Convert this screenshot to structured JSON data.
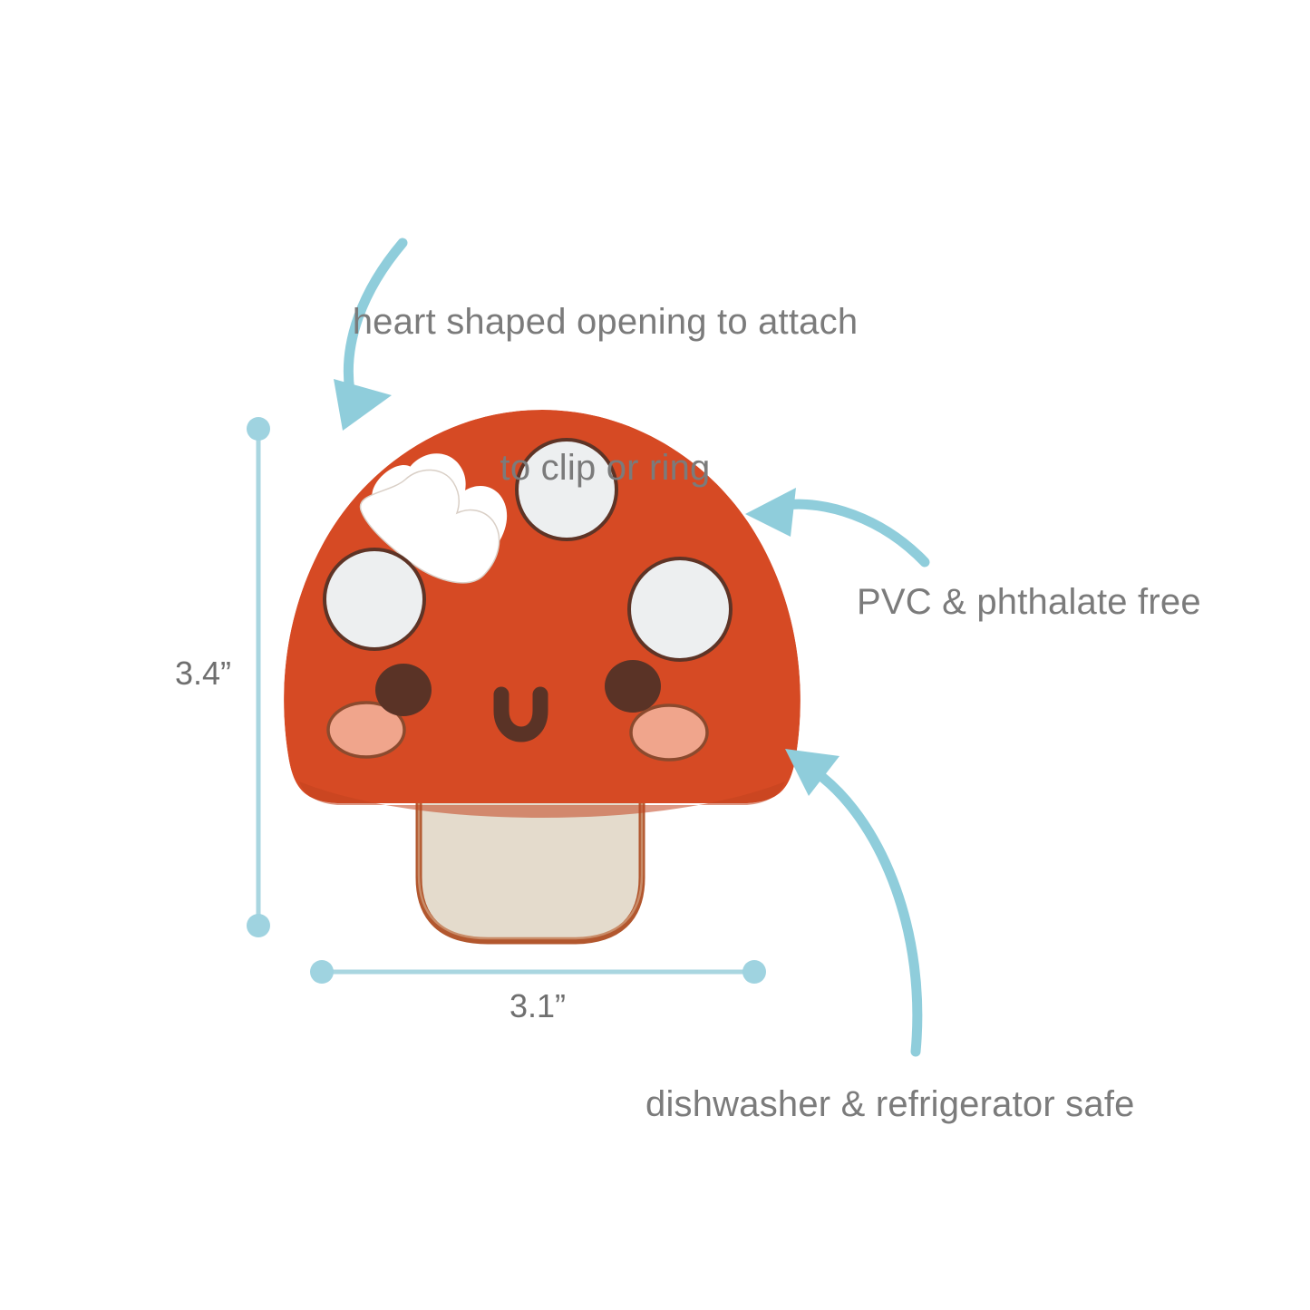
{
  "page": {
    "background_color": "#ffffff",
    "text_color": "#7b7b7b",
    "accent_blue": "#8FCDDB",
    "cap_color": "#D64A24",
    "cap_outline": "#A8391B",
    "stem_color": "#E4DBCC",
    "spot_color": "#EDEFF0",
    "spot_outline": "#5E3426",
    "eye_color": "#5A3326",
    "blush_color": "#F0A58C"
  },
  "callouts": [
    {
      "id": "heart-opening",
      "line1": "heart shaped opening to attach",
      "line2": "to clip or ring"
    },
    {
      "id": "pvc-free",
      "text": "PVC & phthalate free"
    },
    {
      "id": "dishwasher-safe",
      "text": "dishwasher & refrigerator safe"
    }
  ],
  "dimensions": {
    "height_label": "3.4”",
    "width_label": "3.1”"
  },
  "product": {
    "name": "mushroom-teether",
    "icon_names": [
      "heart-cutout-icon",
      "spot-icon",
      "eye-icon",
      "smile-icon",
      "blush-icon",
      "arrow-icon",
      "dimension-line-icon"
    ]
  }
}
